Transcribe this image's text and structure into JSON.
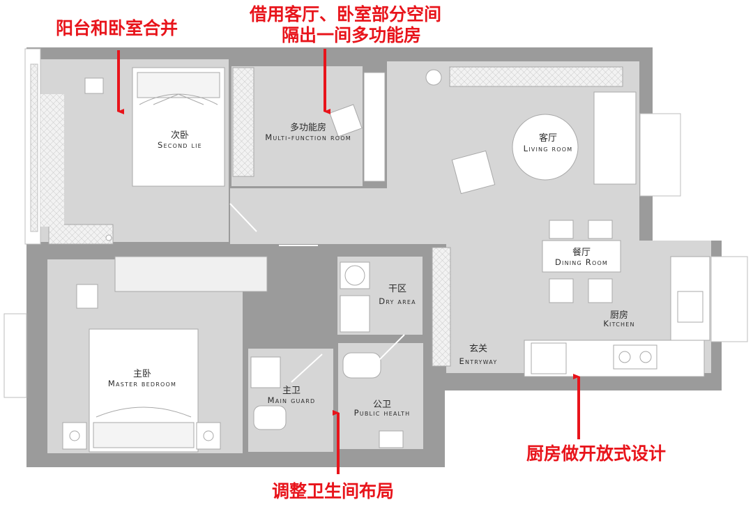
{
  "annotations": {
    "balcony_merge": "阳台和卧室合并",
    "multi_room_line1": "借用客厅、卧室部分空间",
    "multi_room_line2": "隔出一间多功能房",
    "bathroom_adjust": "调整卫生间布局",
    "kitchen_open": "厨房做开放式设计"
  },
  "rooms": {
    "second_bedroom": {
      "cn": "次卧",
      "en": "Second lie"
    },
    "multi_function": {
      "cn": "多功能房",
      "en": "Multi-function room"
    },
    "living_room": {
      "cn": "客厅",
      "en": "Living room"
    },
    "dining_room": {
      "cn": "餐厅",
      "en": "Dining Room"
    },
    "dry_area": {
      "cn": "干区",
      "en": "Dry area"
    },
    "kitchen": {
      "cn": "厨房",
      "en": "Kitchen"
    },
    "entryway": {
      "cn": "玄关",
      "en": "Entryway"
    },
    "master_bedroom": {
      "cn": "主卧",
      "en": "Master bedroom"
    },
    "main_guard": {
      "cn": "主卫",
      "en": "Main guard"
    },
    "public_health": {
      "cn": "公卫",
      "en": "Public health"
    }
  },
  "colors": {
    "wall": "#9b9b9b",
    "floor": "#d6d6d6",
    "furniture": "#ffffff",
    "annotation": "#e8141b"
  }
}
